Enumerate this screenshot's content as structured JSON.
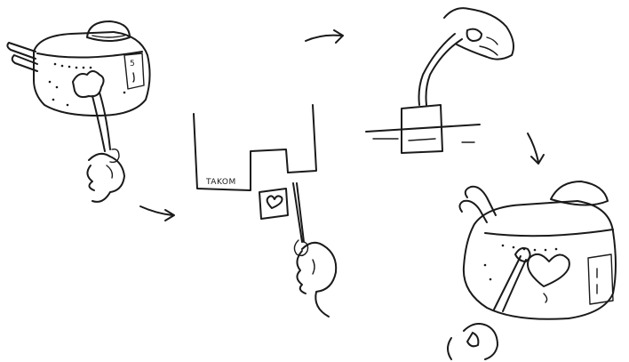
{
  "steps": [
    {
      "id": "step-1"
    },
    {
      "id": "step-2",
      "tag_text": "TAKOM"
    },
    {
      "id": "step-3"
    },
    {
      "id": "step-4"
    }
  ],
  "colors": {
    "ink": "#1a1a1a",
    "background": "#ffffff"
  },
  "icons": [
    "turret-icon",
    "tweezers-icon",
    "decal-sheet-icon",
    "heart-decal-icon",
    "scissors-icon",
    "water-dip-icon",
    "arrow-icon",
    "hand-icon"
  ]
}
